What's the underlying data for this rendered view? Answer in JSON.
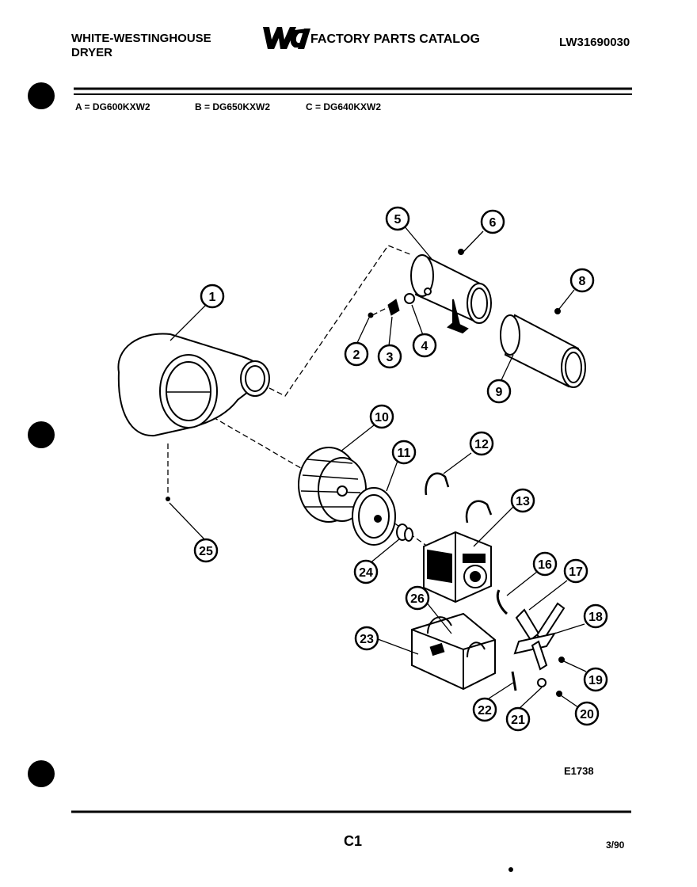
{
  "header": {
    "brand_line1": "WHITE-WESTINGHOUSE",
    "brand_line2": "DRYER",
    "logo_text": "WCI",
    "catalog_title": "FACTORY PARTS CATALOG",
    "catalog_number": "LW31690030"
  },
  "models": {
    "a": "A = DG600KXW2",
    "b": "B = DG650KXW2",
    "c": "C = DG640KXW2"
  },
  "diagram": {
    "callouts": [
      "1",
      "2",
      "3",
      "4",
      "5",
      "6",
      "8",
      "9",
      "10",
      "11",
      "12",
      "13",
      "16",
      "17",
      "18",
      "19",
      "20",
      "21",
      "22",
      "23",
      "24",
      "25",
      "26"
    ],
    "figure_code": "E1738"
  },
  "footer": {
    "page": "C1",
    "date": "3/90"
  }
}
